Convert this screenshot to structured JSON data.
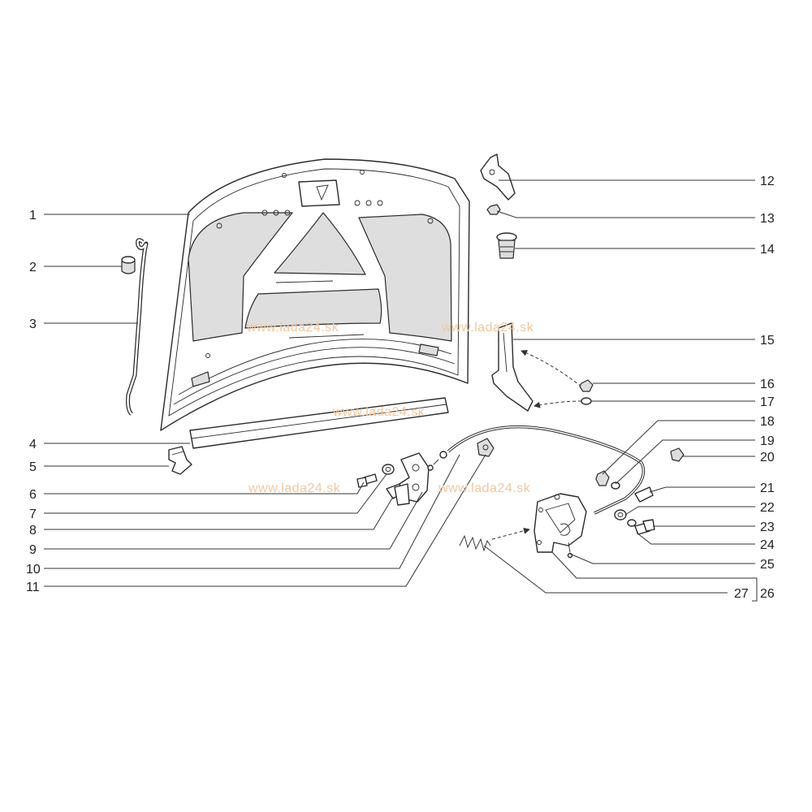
{
  "callouts": {
    "left": [
      "1",
      "2",
      "3",
      "4",
      "5",
      "6",
      "7",
      "8",
      "9",
      "10",
      "11"
    ],
    "right": [
      "12",
      "13",
      "14",
      "15",
      "16",
      "17",
      "18",
      "19",
      "20",
      "21",
      "22",
      "23",
      "24",
      "25",
      "26",
      "27"
    ]
  },
  "watermark": "www.lada24.sk"
}
